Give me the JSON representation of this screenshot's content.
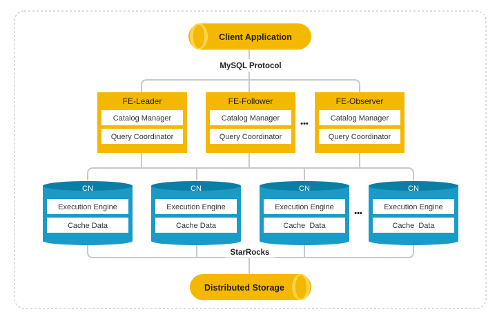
{
  "client": {
    "label": "Client Application"
  },
  "protocol": {
    "label": "MySQL Protocol"
  },
  "fe_nodes": [
    {
      "title": "FE-Leader",
      "items": [
        "Catalog Manager",
        "Query Coordinator"
      ]
    },
    {
      "title": "FE-Follower",
      "items": [
        "Catalog Manager",
        "Query Coordinator"
      ]
    },
    {
      "title": "FE-Observer",
      "items": [
        "Catalog Manager",
        "Query Coordinator"
      ]
    }
  ],
  "cn_nodes": [
    {
      "title": "CN",
      "items": [
        "Execution Engine",
        "Cache Data"
      ]
    },
    {
      "title": "CN",
      "items": [
        "Execution Engine",
        "Cache Data"
      ]
    },
    {
      "title": "CN",
      "items": [
        "Execution Engine",
        "Cache  Data"
      ]
    },
    {
      "title": "CN",
      "items": [
        "Execution Engine",
        "Cache  Data"
      ]
    }
  ],
  "ellipsis": "•••",
  "cluster": {
    "label": "StarRocks"
  },
  "storage": {
    "label": "Distributed Storage"
  },
  "colors": {
    "fe_yellow": "#f5b800",
    "fe_yellow_light": "#ffd34d",
    "cn_teal": "#1a9bc7",
    "cn_teal_dark": "#0b7ea6",
    "cn_teal_light": "#5ec3e4",
    "connector": "#c8c8c8",
    "text": "#1f1f1f"
  }
}
